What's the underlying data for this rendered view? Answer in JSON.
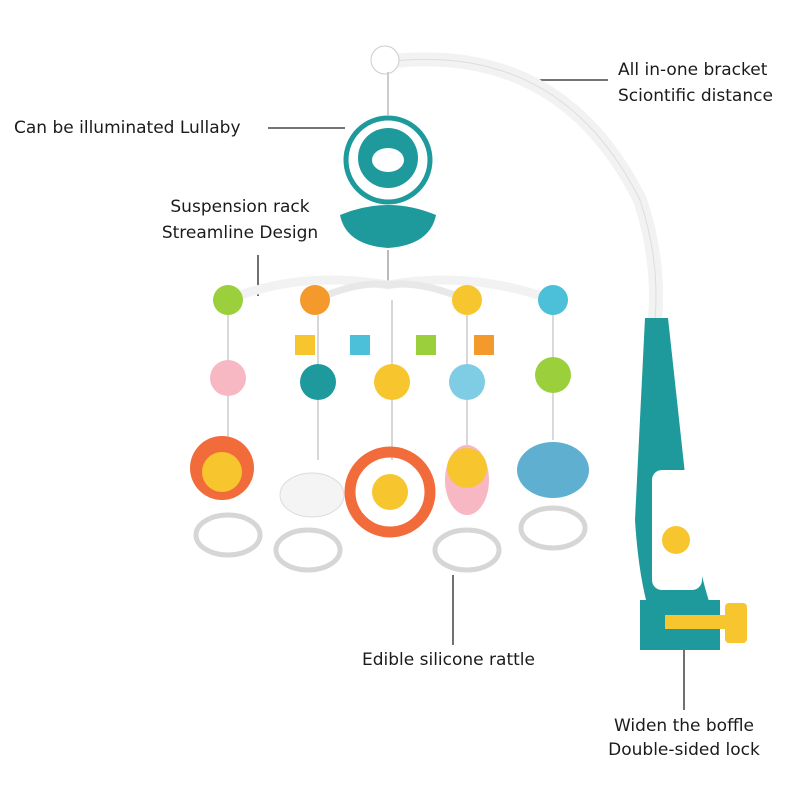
{
  "callouts": {
    "bracket": {
      "line1": "All in-one bracket",
      "line2": "Sciontific distance"
    },
    "music_box": {
      "line1": "Can be illuminated Lullaby"
    },
    "rack": {
      "line1": "Suspension rack",
      "line2": "Streamline Design"
    },
    "rattle": {
      "line1": "Edible silicone rattle"
    },
    "clamp": {
      "line1": "Widen the boffle",
      "line2": "Double-sided lock"
    }
  },
  "colors": {
    "teal": "#1e9a9c",
    "orange": "#f26b3a",
    "yellow": "#f7c62f",
    "text": "#1b1b1b"
  }
}
